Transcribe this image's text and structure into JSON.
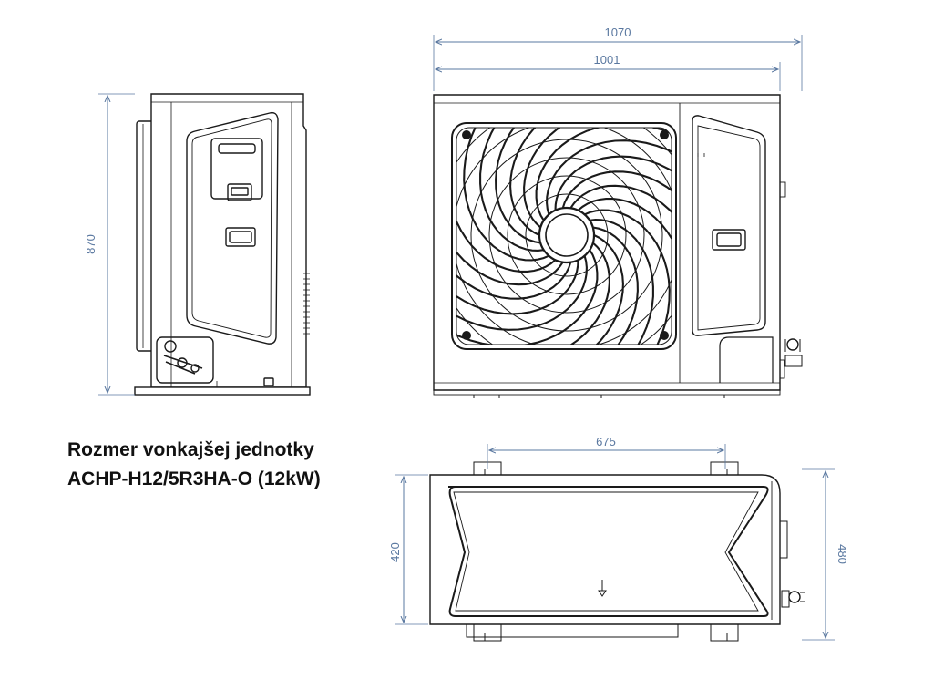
{
  "caption": {
    "line1": "Rozmer vonkajšej jednotky",
    "line2": "ACHP-H12/5R3HA-O (12kW)"
  },
  "dimensions": {
    "overall_width": "1070",
    "body_width": "1001",
    "height": "870",
    "mount_spacing": "675",
    "body_depth": "420",
    "overall_depth": "480"
  },
  "colors": {
    "dimension_line": "#5a78a0",
    "outline": "#1a1a1a",
    "fill": "#ffffff"
  }
}
